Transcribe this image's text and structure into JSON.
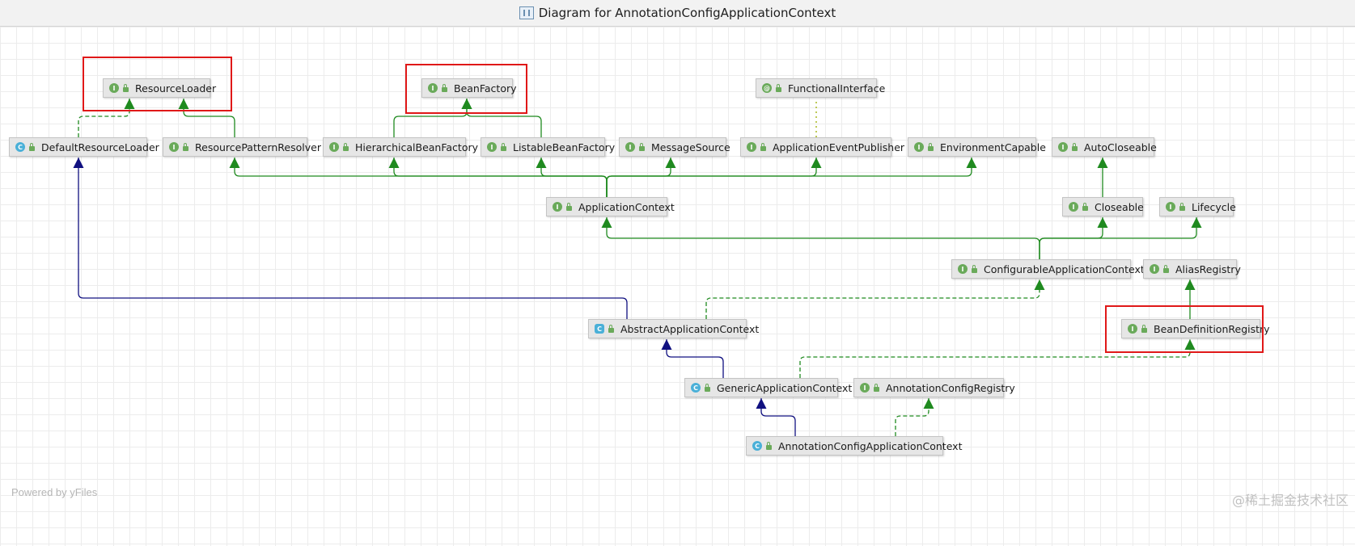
{
  "window": {
    "title": "Diagram for AnnotationConfigApplicationContext",
    "icon": "diagram-icon"
  },
  "footer": {
    "powered_by": "Powered by yFiles",
    "watermark": "@稀土掘金技术社区"
  },
  "colors": {
    "realization": "#1f8a1f",
    "inheritance": "#101080",
    "annotation_link": "#a8b820",
    "highlight": "#e01818"
  },
  "nodes": [
    {
      "id": "ResourceLoader",
      "label": "ResourceLoader",
      "kind": "interface",
      "kind_letter": "I",
      "icon": "interface-icon",
      "access_icon": "public-access-icon"
    },
    {
      "id": "BeanFactory",
      "label": "BeanFactory",
      "kind": "interface",
      "kind_letter": "I",
      "icon": "interface-icon",
      "access_icon": "public-access-icon"
    },
    {
      "id": "FunctionalInterface",
      "label": "FunctionalInterface",
      "kind": "annotation",
      "kind_letter": "@",
      "icon": "annotation-icon",
      "access_icon": "public-access-icon"
    },
    {
      "id": "DefaultResourceLoader",
      "label": "DefaultResourceLoader",
      "kind": "class",
      "kind_letter": "C",
      "icon": "class-icon",
      "access_icon": "public-access-icon"
    },
    {
      "id": "ResourcePatternResolver",
      "label": "ResourcePatternResolver",
      "kind": "interface",
      "kind_letter": "I",
      "icon": "interface-icon",
      "access_icon": "public-access-icon"
    },
    {
      "id": "HierarchicalBeanFactory",
      "label": "HierarchicalBeanFactory",
      "kind": "interface",
      "kind_letter": "I",
      "icon": "interface-icon",
      "access_icon": "public-access-icon"
    },
    {
      "id": "ListableBeanFactory",
      "label": "ListableBeanFactory",
      "kind": "interface",
      "kind_letter": "I",
      "icon": "interface-icon",
      "access_icon": "public-access-icon"
    },
    {
      "id": "MessageSource",
      "label": "MessageSource",
      "kind": "interface",
      "kind_letter": "I",
      "icon": "interface-icon",
      "access_icon": "public-access-icon"
    },
    {
      "id": "ApplicationEventPublisher",
      "label": "ApplicationEventPublisher",
      "kind": "interface",
      "kind_letter": "I",
      "icon": "interface-icon",
      "access_icon": "public-access-icon"
    },
    {
      "id": "EnvironmentCapable",
      "label": "EnvironmentCapable",
      "kind": "interface",
      "kind_letter": "I",
      "icon": "interface-icon",
      "access_icon": "public-access-icon"
    },
    {
      "id": "AutoCloseable",
      "label": "AutoCloseable",
      "kind": "interface",
      "kind_letter": "I",
      "icon": "interface-icon",
      "access_icon": "public-access-icon"
    },
    {
      "id": "ApplicationContext",
      "label": "ApplicationContext",
      "kind": "interface",
      "kind_letter": "I",
      "icon": "interface-icon",
      "access_icon": "public-access-icon"
    },
    {
      "id": "Closeable",
      "label": "Closeable",
      "kind": "interface",
      "kind_letter": "I",
      "icon": "interface-icon",
      "access_icon": "public-access-icon"
    },
    {
      "id": "Lifecycle",
      "label": "Lifecycle",
      "kind": "interface",
      "kind_letter": "I",
      "icon": "interface-icon",
      "access_icon": "public-access-icon"
    },
    {
      "id": "ConfigurableApplicationContext",
      "label": "ConfigurableApplicationContext",
      "kind": "interface",
      "kind_letter": "I",
      "icon": "interface-icon",
      "access_icon": "public-access-icon"
    },
    {
      "id": "AliasRegistry",
      "label": "AliasRegistry",
      "kind": "interface",
      "kind_letter": "I",
      "icon": "interface-icon",
      "access_icon": "public-access-icon"
    },
    {
      "id": "AbstractApplicationContext",
      "label": "AbstractApplicationContext",
      "kind": "class",
      "kind_letter": "C",
      "icon": "abstract-class-icon",
      "access_icon": "public-access-icon"
    },
    {
      "id": "BeanDefinitionRegistry",
      "label": "BeanDefinitionRegistry",
      "kind": "interface",
      "kind_letter": "I",
      "icon": "interface-icon",
      "access_icon": "public-access-icon"
    },
    {
      "id": "GenericApplicationContext",
      "label": "GenericApplicationContext",
      "kind": "class",
      "kind_letter": "C",
      "icon": "class-icon",
      "access_icon": "public-access-icon"
    },
    {
      "id": "AnnotationConfigRegistry",
      "label": "AnnotationConfigRegistry",
      "kind": "interface",
      "kind_letter": "I",
      "icon": "interface-icon",
      "access_icon": "public-access-icon"
    },
    {
      "id": "AnnotationConfigApplicationContext",
      "label": "AnnotationConfigApplicationContext",
      "kind": "class",
      "kind_letter": "C",
      "icon": "class-icon",
      "access_icon": "public-access-icon"
    }
  ],
  "edges": [
    {
      "from": "DefaultResourceLoader",
      "to": "ResourceLoader",
      "type": "implements"
    },
    {
      "from": "ResourcePatternResolver",
      "to": "ResourceLoader",
      "type": "extends-interface"
    },
    {
      "from": "HierarchicalBeanFactory",
      "to": "BeanFactory",
      "type": "extends-interface"
    },
    {
      "from": "ListableBeanFactory",
      "to": "BeanFactory",
      "type": "extends-interface"
    },
    {
      "from": "ApplicationEventPublisher",
      "to": "FunctionalInterface",
      "type": "annotated-with"
    },
    {
      "from": "ApplicationContext",
      "to": "ResourcePatternResolver",
      "type": "extends-interface"
    },
    {
      "from": "ApplicationContext",
      "to": "HierarchicalBeanFactory",
      "type": "extends-interface"
    },
    {
      "from": "ApplicationContext",
      "to": "ListableBeanFactory",
      "type": "extends-interface"
    },
    {
      "from": "ApplicationContext",
      "to": "MessageSource",
      "type": "extends-interface"
    },
    {
      "from": "ApplicationContext",
      "to": "ApplicationEventPublisher",
      "type": "extends-interface"
    },
    {
      "from": "ApplicationContext",
      "to": "EnvironmentCapable",
      "type": "extends-interface"
    },
    {
      "from": "Closeable",
      "to": "AutoCloseable",
      "type": "extends-interface"
    },
    {
      "from": "ConfigurableApplicationContext",
      "to": "ApplicationContext",
      "type": "extends-interface"
    },
    {
      "from": "ConfigurableApplicationContext",
      "to": "Closeable",
      "type": "extends-interface"
    },
    {
      "from": "ConfigurableApplicationContext",
      "to": "Lifecycle",
      "type": "extends-interface"
    },
    {
      "from": "BeanDefinitionRegistry",
      "to": "AliasRegistry",
      "type": "extends-interface"
    },
    {
      "from": "AbstractApplicationContext",
      "to": "DefaultResourceLoader",
      "type": "extends-class"
    },
    {
      "from": "AbstractApplicationContext",
      "to": "ConfigurableApplicationContext",
      "type": "implements"
    },
    {
      "from": "GenericApplicationContext",
      "to": "AbstractApplicationContext",
      "type": "extends-class"
    },
    {
      "from": "GenericApplicationContext",
      "to": "BeanDefinitionRegistry",
      "type": "implements"
    },
    {
      "from": "AnnotationConfigApplicationContext",
      "to": "GenericApplicationContext",
      "type": "extends-class"
    },
    {
      "from": "AnnotationConfigApplicationContext",
      "to": "AnnotationConfigRegistry",
      "type": "implements"
    }
  ],
  "highlighted": [
    "ResourceLoader",
    "BeanFactory",
    "BeanDefinitionRegistry"
  ]
}
